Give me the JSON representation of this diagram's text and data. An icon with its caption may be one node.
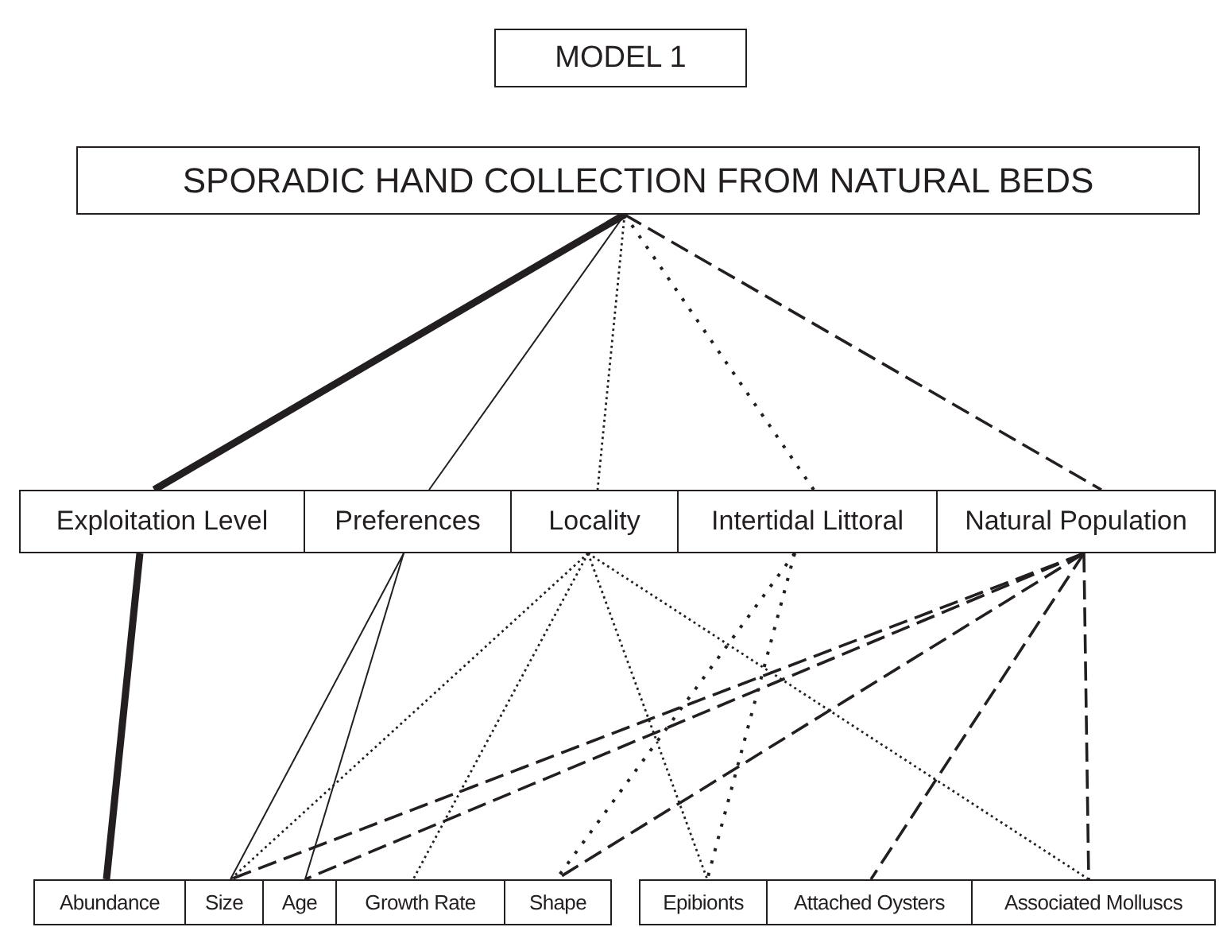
{
  "diagram": {
    "nodes": [
      {
        "text": [
          "MODEL 1"
        ]
      },
      {
        "text": [
          "SPORADIC HAND COLLECTION FROM NATURAL BEDS"
        ]
      },
      {
        "text": [
          "Exploitation Level"
        ]
      },
      {
        "text": [
          "Preferences"
        ]
      },
      {
        "text": [
          "Locality"
        ]
      },
      {
        "text": [
          "Intertidal Littoral"
        ]
      },
      {
        "text": [
          "Natural Population"
        ]
      },
      {
        "text": [
          "Abundance"
        ]
      },
      {
        "text": [
          "Size"
        ]
      },
      {
        "text": [
          "Age"
        ]
      },
      {
        "text": [
          "Growth Rate"
        ]
      },
      {
        "text": [
          "Shape"
        ]
      },
      {
        "text": [
          "Epibionts"
        ]
      },
      {
        "text": [
          "Attached Oysters"
        ]
      },
      {
        "text": [
          "Associated Molluscs"
        ]
      }
    ],
    "edges": [
      {
        "from": 1,
        "to": 2,
        "arrow": "none",
        "style": "thick"
      },
      {
        "from": 1,
        "to": 3,
        "arrow": "none"
      },
      {
        "from": 1,
        "to": 4,
        "arrow": "none",
        "style": "dashed"
      },
      {
        "from": 1,
        "to": 5,
        "arrow": "none",
        "style": "dashed"
      },
      {
        "from": 1,
        "to": 6,
        "arrow": "none",
        "style": "dashed"
      },
      {
        "from": 2,
        "to": 7,
        "arrow": "none",
        "style": "thick"
      },
      {
        "from": 3,
        "to": 8,
        "arrow": "none"
      },
      {
        "from": 3,
        "to": 9,
        "arrow": "none"
      },
      {
        "from": 4,
        "to": 8,
        "arrow": "none",
        "style": "dashed"
      },
      {
        "from": 4,
        "to": 10,
        "arrow": "none",
        "style": "dashed"
      },
      {
        "from": 4,
        "to": 12,
        "arrow": "none",
        "style": "dashed"
      },
      {
        "from": 4,
        "to": 14,
        "arrow": "none",
        "style": "dashed"
      },
      {
        "from": 5,
        "to": 11,
        "arrow": "none",
        "style": "dashed"
      },
      {
        "from": 5,
        "to": 12,
        "arrow": "none",
        "style": "dashed"
      },
      {
        "from": 6,
        "to": 8,
        "arrow": "none",
        "style": "dashed"
      },
      {
        "from": 6,
        "to": 9,
        "arrow": "none",
        "style": "dashed"
      },
      {
        "from": 6,
        "to": 11,
        "arrow": "none",
        "style": "dashed"
      },
      {
        "from": 6,
        "to": 13,
        "arrow": "none",
        "style": "dashed"
      },
      {
        "from": 6,
        "to": 14,
        "arrow": "none",
        "style": "dashed"
      }
    ]
  }
}
